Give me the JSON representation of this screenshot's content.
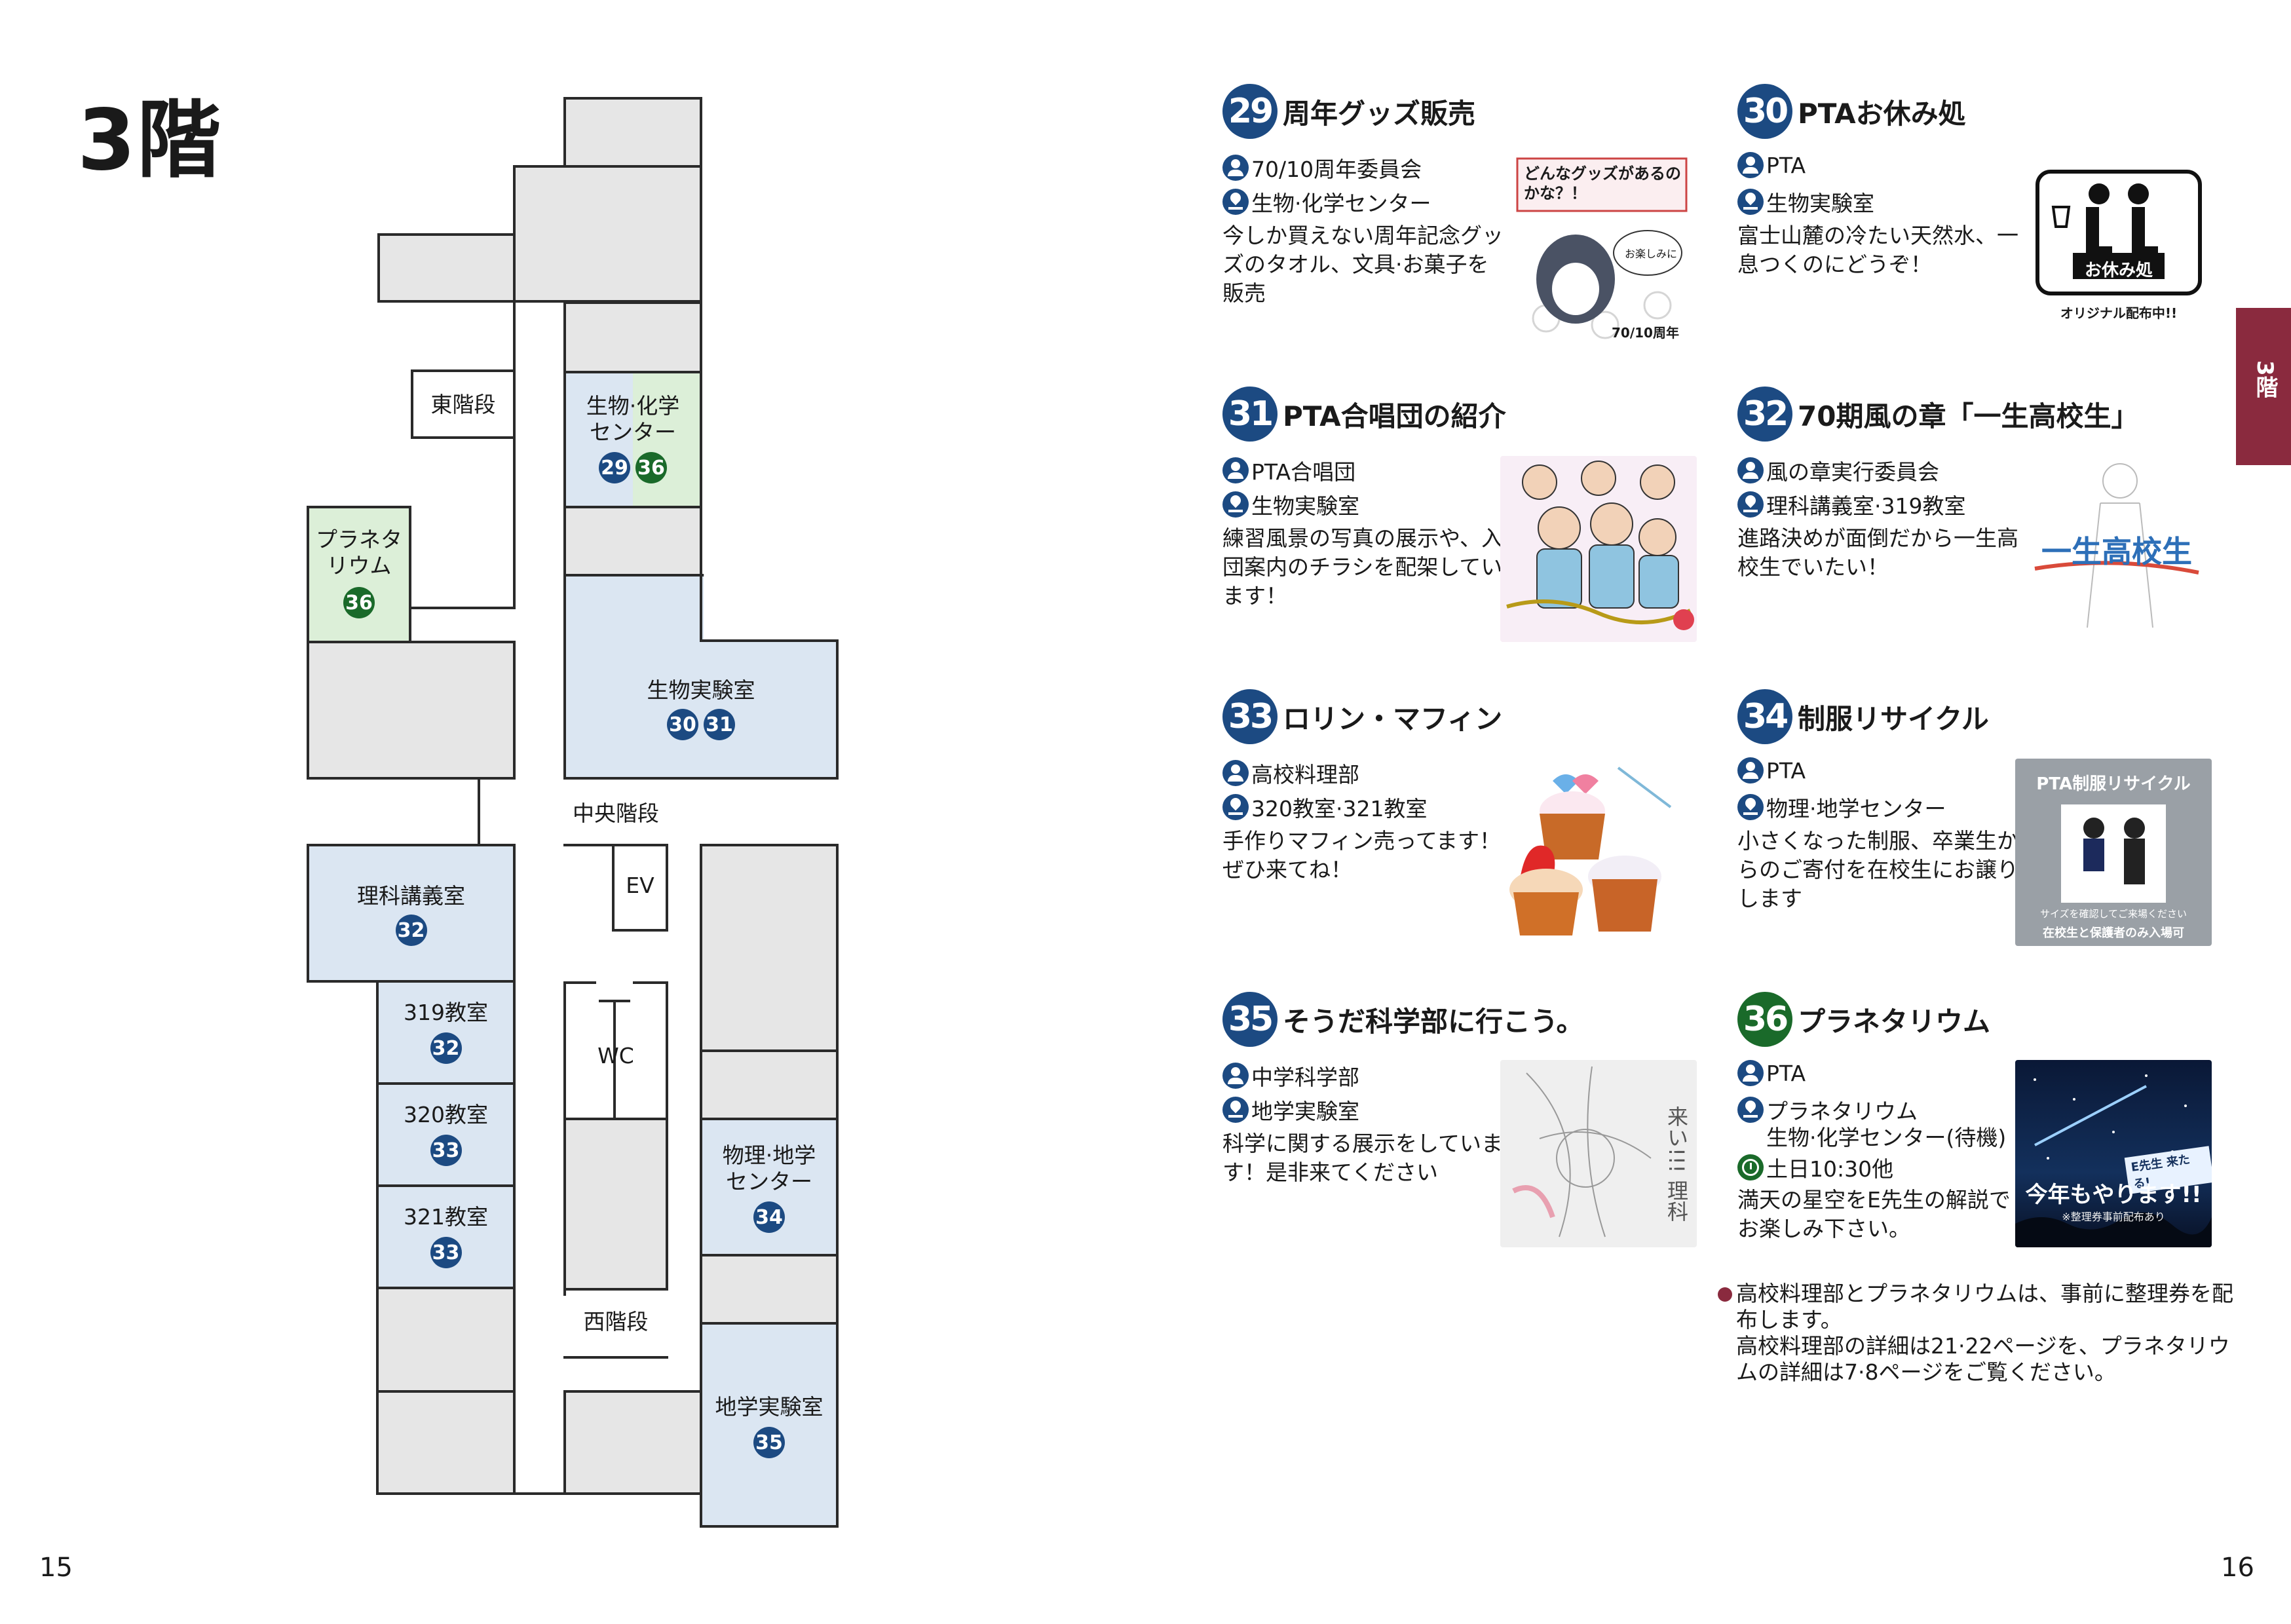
{
  "page": {
    "title": "3階",
    "left_num": "15",
    "right_num": "16",
    "tab": "3階"
  },
  "map": {
    "higashi": "東階段",
    "seibutsu_kagaku": "生物·化学\nセンター",
    "planetarium": "プラネタ\nリウム",
    "seibutsu_jikken": "生物実験室",
    "chuo": "中央階段",
    "ev": "EV",
    "rika_kogi": "理科講義室",
    "r319": "319教室",
    "r320": "320教室",
    "r321": "321教室",
    "wc": "WC",
    "butsuri_chigaku": "物理·地学\nセンター",
    "nishi": "西階段",
    "chigaku_jikken": "地学実験室",
    "badges": {
      "sk1": "29",
      "sk2": "36",
      "pl": "36",
      "sj1": "30",
      "sj2": "31",
      "rk": "32",
      "r319": "32",
      "r320": "33",
      "r321": "33",
      "bc": "34",
      "cj": "35"
    }
  },
  "items": [
    {
      "num": "29",
      "title": "周年グッズ販売",
      "org": "70/10周年委員会",
      "place": "生物·化学センター",
      "desc": "今しか買えない周年記念グッズのタオル、文具·お菓子を販売",
      "img": {
        "bubble": "どんなグッズがあるのかな？！",
        "small": "お楽しみに",
        "caption": "70/10周年"
      }
    },
    {
      "num": "30",
      "title": "PTAお休み処",
      "org": "PTA",
      "place": "生物実験室",
      "desc": "富士山麓の冷たい天然水、一息つくのにどうぞ！",
      "img": {
        "sign": "お休み処",
        "caption": "オリジナル配布中!!"
      }
    },
    {
      "num": "31",
      "title": "PTA合唱団の紹介",
      "org": "PTA合唱団",
      "place": "生物実験室",
      "desc": "練習風景の写真の展示や、入団案内のチラシを配架しています！"
    },
    {
      "num": "32",
      "title": "70期風の章「一生高校生」",
      "org": "風の章実行委員会",
      "place": "理科講義室·319教室",
      "desc": "進路決めが面倒だから一生高校生でいたい！",
      "img": {
        "big": "一生高校生"
      }
    },
    {
      "num": "33",
      "title": "ロリン・マフィン",
      "org": "高校料理部",
      "place": "320教室·321教室",
      "desc": "手作りマフィン売ってます！ぜひ来てね！"
    },
    {
      "num": "34",
      "title": "制服リサイクル",
      "org": "PTA",
      "place": "物理·地学センター",
      "desc": "小さくなった制服、卒業生からのご寄付を在校生にお譲りします",
      "img": {
        "title": "PTA制服リサイクル",
        "sub": "サイズを確認してご来場ください",
        "foot": "在校生と保護者のみ入場可"
      }
    },
    {
      "num": "35",
      "title": "そうだ科学部に行こう。",
      "org": "中学科学部",
      "place": "地学実験室",
      "desc": "科学に関する展示をしています！是非来てください",
      "img": {
        "vert": "来い!!! 理科"
      }
    },
    {
      "num": "36",
      "title": "プラネタリウム",
      "org": "PTA",
      "place": "プラネタリウム",
      "place2": "生物·化学センター(待機)",
      "time": "土日10:30他",
      "desc": "満天の星空をE先生の解説でお楽しみ下さい。",
      "img": {
        "tag": "E先生 来たる!",
        "big": "今年もやります!!",
        "small": "※整理券事前配布あり"
      }
    }
  ],
  "note": "高校料理部とプラネタリウムは、事前に整理券を配布します。\n高校料理部の詳細は21·22ページを、プラネタリウムの詳細は7·8ページをご覧ください。",
  "colors": {
    "blue": "#1c4a82",
    "green": "#1a6a2a",
    "maroon": "#8a2a3e"
  }
}
